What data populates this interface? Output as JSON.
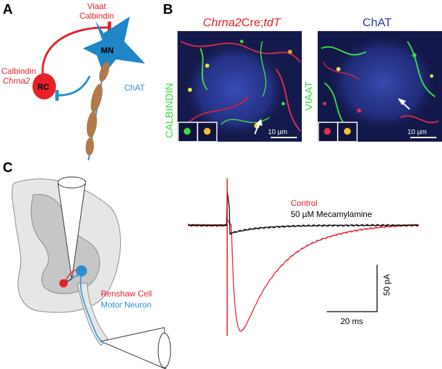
{
  "panels": {
    "a": {
      "letter": "A",
      "label_viaat": "Viaat",
      "label_calbindin_top": "Calbindin",
      "label_calbindin_left": "Calbindin",
      "label_chrna2": "Chrna2",
      "label_rc": "RC",
      "label_mn": "MN",
      "label_chat": "ChAT"
    },
    "b": {
      "letter": "B",
      "left_title_gene": "Chrna2",
      "left_title_cre": "Cre;",
      "left_title_tdt": "tdT",
      "left_side_label": "CALBINDIN",
      "left_scalebar": "10 µm",
      "right_title": "ChAT",
      "right_side_label": "VIAAT",
      "right_scalebar": "10 µm"
    },
    "c": {
      "letter": "C",
      "legend_renshaw": "Renshaw Cell",
      "legend_motor": "Motor Neuron",
      "trace_control": "Control",
      "trace_drug": "50 µM Mecamylamine",
      "scale_y": "50 pA",
      "scale_x": "20 ms"
    }
  },
  "colors": {
    "red": "#e8202a",
    "blue": "#2a8fd0",
    "brown": "#b07a4a",
    "mn_blue": "#1f86c8",
    "chat_text": "#2a8fd0",
    "micro_bg": "#1a1e5a",
    "micro_green": "#3ddc3d"
  }
}
